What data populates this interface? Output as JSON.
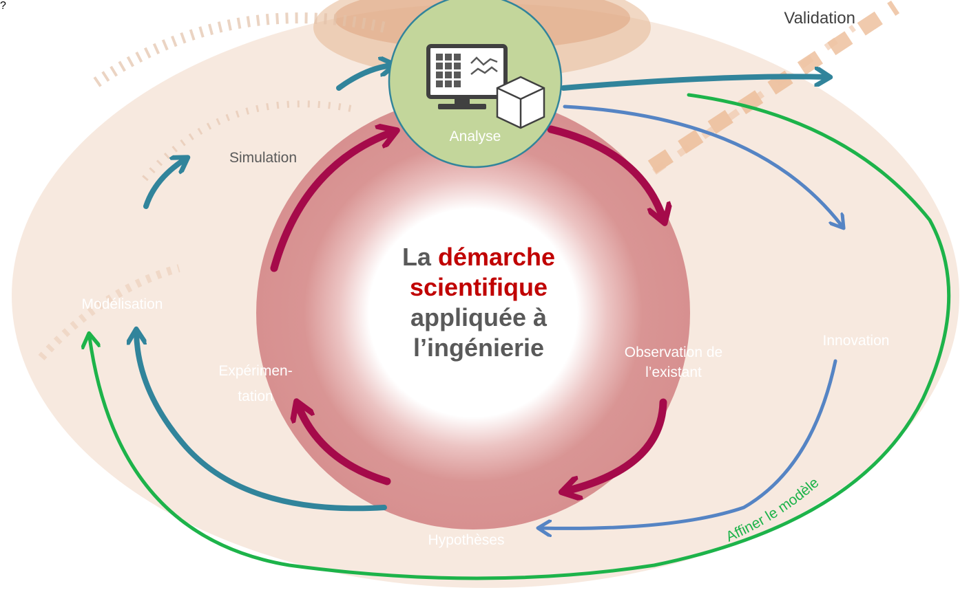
{
  "title": {
    "line1_prefix": "La",
    "line1_highlight": "démarche",
    "line2_highlight": "scientifique",
    "line3": "appliquée à",
    "line4": "l’ingénierie"
  },
  "nodes": {
    "analyse": "Analyse",
    "simulation": "Simulation",
    "modelisation": "Modélisation",
    "experimentation_line1": "Expérimen-",
    "experimentation_line2": "tation",
    "observation_line1": "Observation de",
    "observation_line2": "l’existant",
    "innovation": "Innovation",
    "hypotheses": "Hypothèses",
    "validation": "Validation"
  },
  "annotations": {
    "refine": "Affiner le modèle"
  },
  "icons": {
    "analyse": "monitor-chart-cube-icon",
    "simulation": "monitor-cube-graph-gears-icon",
    "modelisation": "monitor-cube-icon",
    "experimentation": "cube-stopwatch-scale-icon",
    "observation": "magnifier-cube-icon",
    "innovation": "lightbulb-icon",
    "hypotheses": "head-gears-icon",
    "validation": "rocket-icon"
  },
  "colors": {
    "analyse_fill": "#c3d69b",
    "simulation_fill": "#fafbc8",
    "modelisation_fill": "#b1a0c7",
    "experimentation_fill": "#f8b98a",
    "observation_fill": "#31849b",
    "innovation_fill": "#c4bd97",
    "hypotheses_fill": "#31849b",
    "inner_cycle": "#a50a4a",
    "teal_arrow": "#31849b",
    "blue_arrow": "#5584c4",
    "green_arrow": "#1db34a",
    "title_red": "#c00000",
    "title_gray": "#595959",
    "center_ring": "#d99594"
  }
}
